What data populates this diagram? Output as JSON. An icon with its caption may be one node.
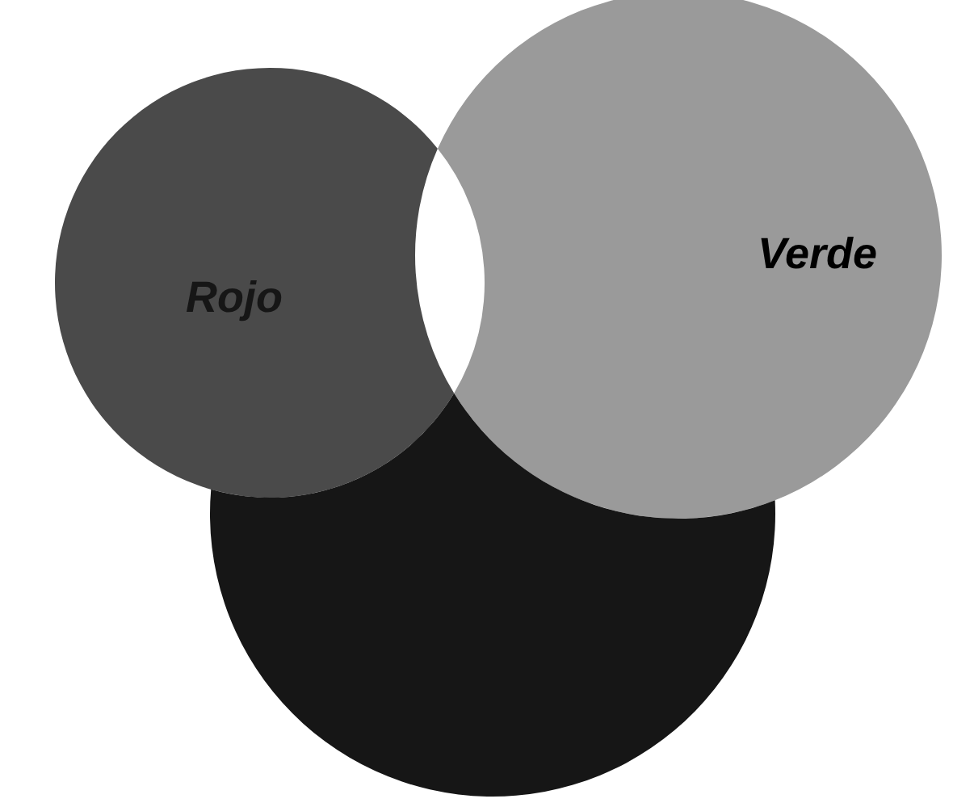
{
  "diagram": {
    "nodes": [
      {
        "text": [
          "Rojo"
        ]
      },
      {
        "text": [
          "Verde"
        ]
      },
      {
        "text": [],
        "shape": "circle"
      }
    ]
  }
}
